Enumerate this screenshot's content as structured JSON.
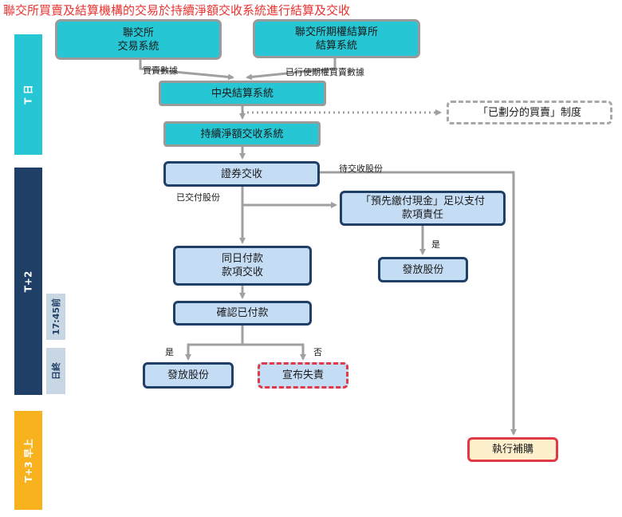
{
  "title": "聯交所買賣及結算機構的交易於持續淨額交收系統進行結算及交收",
  "bands": {
    "t": "T 日",
    "t2": "T+2",
    "t3": "T+3 早上",
    "sub_1745": "17:45前",
    "sub_eod": "日終"
  },
  "boxes": {
    "sehk_trading": "聯交所\n交易系統",
    "options_clearing": "聯交所期權結算所\n結算系統",
    "ccass": "中央結算系統",
    "allocated_trades": "「已劃分的買賣」制度",
    "cns": "持續淨額交收系統",
    "settlement": "證券交收",
    "prepayment": "「預先繳付現金」足以支付\n款項責任",
    "release_right": "發放股份",
    "same_day_payment": "同日付款\n款項交收",
    "confirm_paid": "確認已付款",
    "release_left": "發放股份",
    "declare_default": "宣布失責",
    "buy_in": "執行補購"
  },
  "labels": {
    "trade_data": "買賣數據",
    "exercised_options_data": "已行使期權買賣數據",
    "pending_settlement": "待交收股份",
    "delivered": "已交付股份",
    "yes_right": "是",
    "yes_left": "是",
    "no": "否"
  },
  "colors": {
    "title": "#e8322f",
    "band_navy": "#1f3f66",
    "band_teal": "#26c6d4",
    "band_yellow": "#f8b21d",
    "sub_band": "#c9d6e4",
    "box_teal": "#26c6d4",
    "box_blue": "#c5dcf5",
    "box_border_navy": "#1f3f66",
    "box_border_red": "#e03a48",
    "box_buy_in": "#fdf0cc",
    "arrow": "#a0a0a0"
  }
}
